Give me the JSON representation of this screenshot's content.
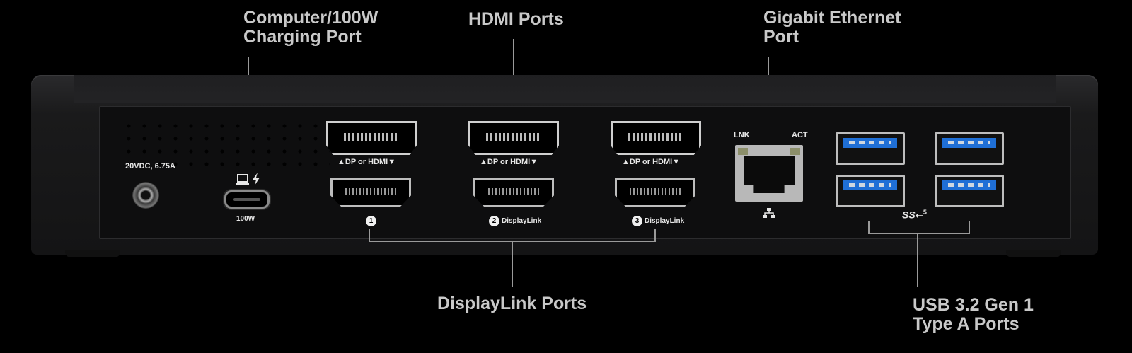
{
  "callouts": {
    "computer_charging": [
      "Computer/100W",
      "Charging Port"
    ],
    "hdmi": "HDMI Ports",
    "ethernet": [
      "Gigabit Ethernet",
      "Port"
    ],
    "displaylink": "DisplayLink Ports",
    "usb": [
      "USB 3.2 Gen 1",
      "Type A Ports"
    ]
  },
  "panel_labels": {
    "dc_spec": "20VDC, 6.75A",
    "usbc_power": "100W",
    "dp_or_hdmi": "▲DP or HDMI▼",
    "port_numbers": [
      "1",
      "2",
      "3"
    ],
    "displaylink": "DisplayLink",
    "lnk": "LNK",
    "act": "ACT",
    "usb_ss": "SS",
    "usb_gen": "5"
  },
  "colors": {
    "background": "#000000",
    "callout_text": "#c9c9c9",
    "usb_blue": "#1f6fd6"
  },
  "icons": [
    "laptop-icon",
    "lightning-icon",
    "network-icon",
    "usb-ss-icon"
  ]
}
